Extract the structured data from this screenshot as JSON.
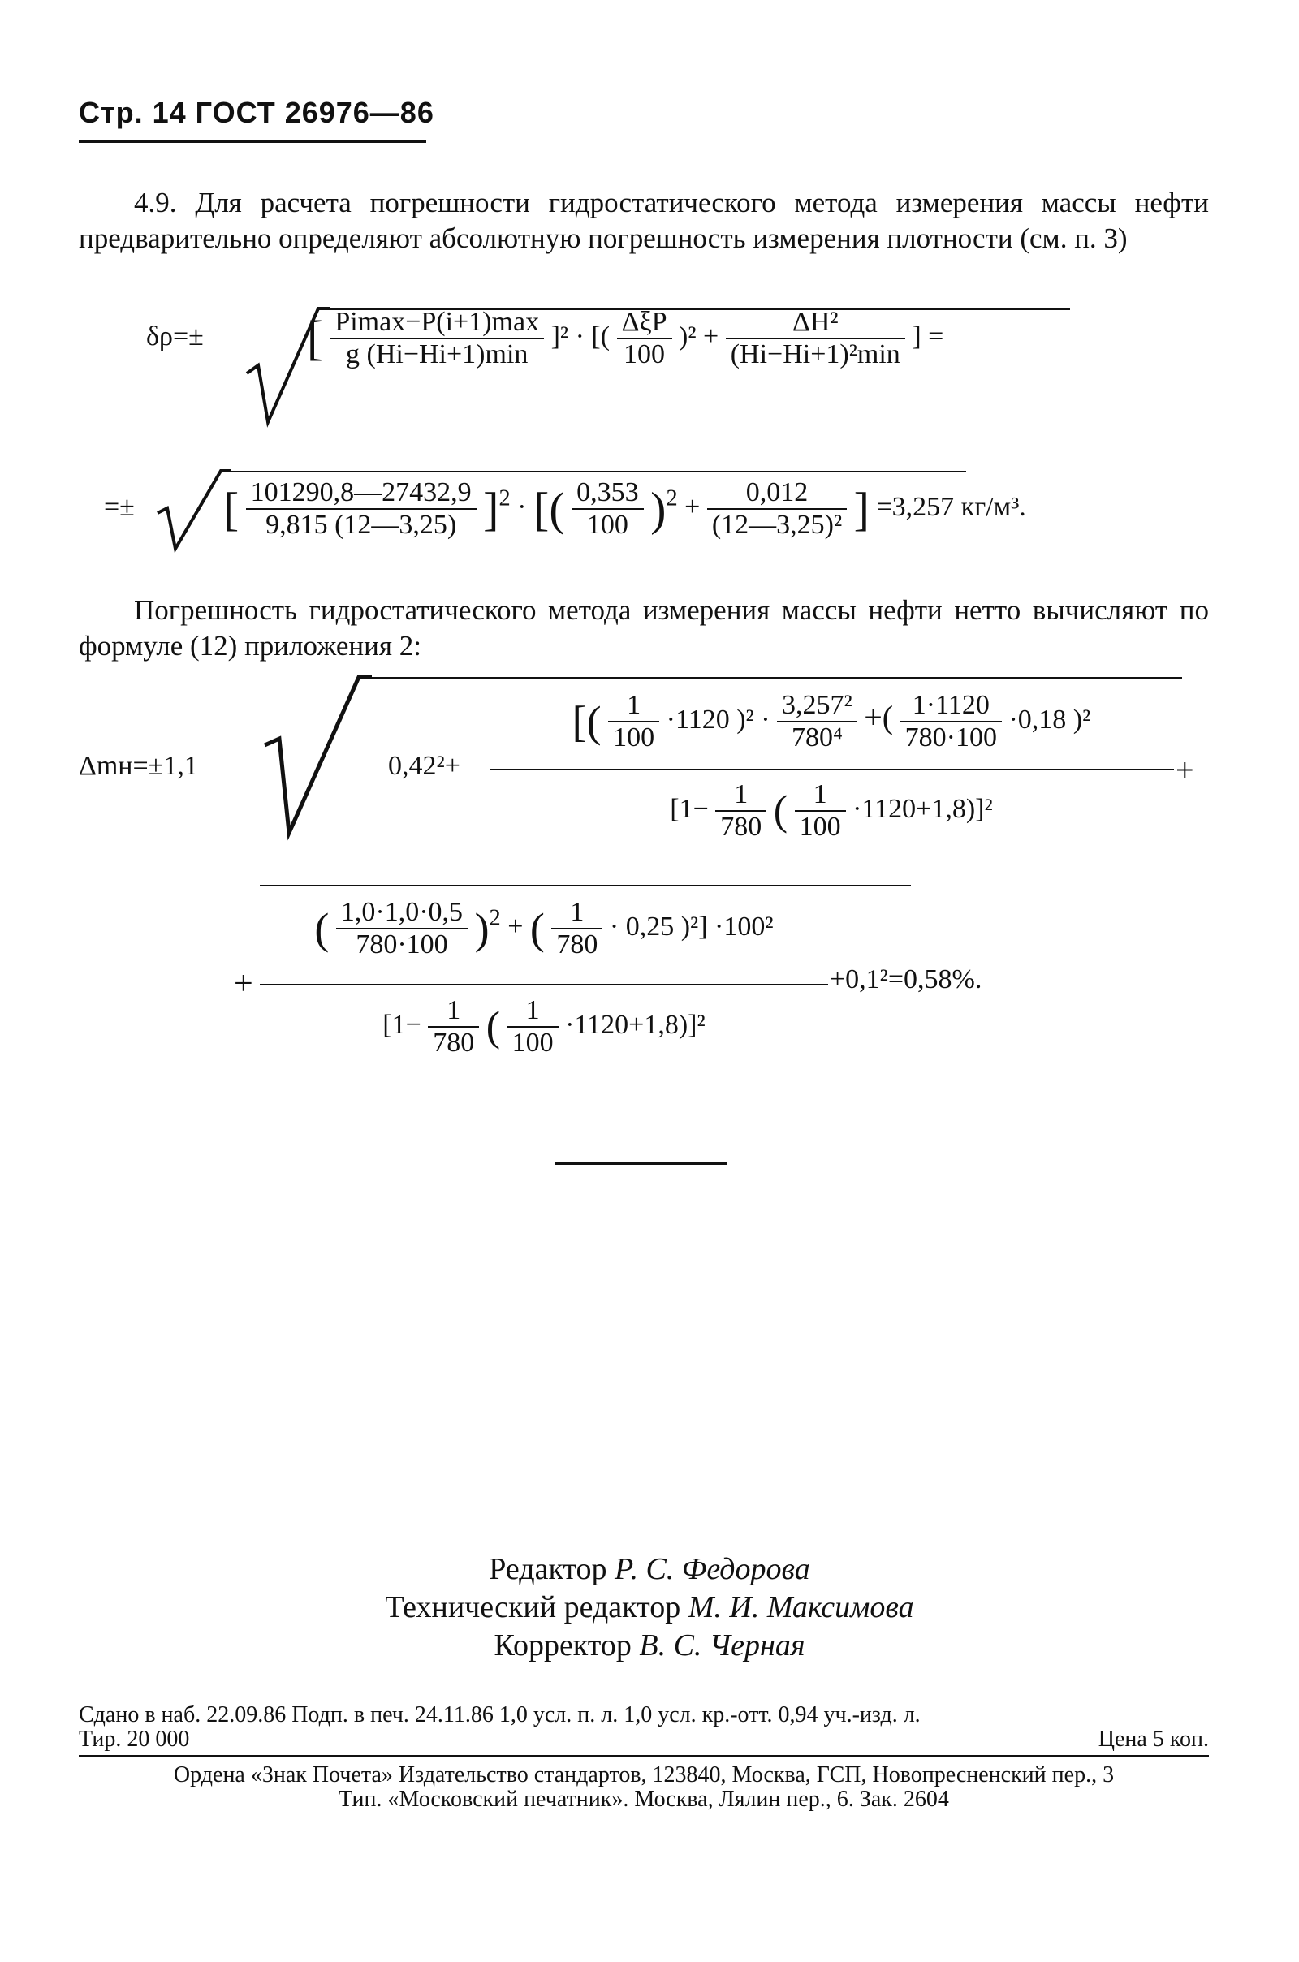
{
  "header": {
    "text": "Стр. 14 ГОСТ 26976—86"
  },
  "paragraph1": {
    "text": "4.9. Для расчета погрешности гидростатического метода измерения массы нефти предварительно определяют абсолютную погрешность измерения плотности (см. п. 3)"
  },
  "formula1": {
    "lhs": "δρ=±",
    "num": "Pimax−P(i+1)max",
    "den": "g (Hi−Hi+1)min",
    "mid": "]² · [(",
    "term2_num": "ΔξP",
    "term2_den": "100",
    "plus": ")² +",
    "term3_num": "ΔH²",
    "term3_den": "(Hi−Hi+1)²min",
    "end": "] ="
  },
  "formula2": {
    "lhs": "=±",
    "num": "101290,8—27432,9",
    "den": "9,815 (12—3,25)",
    "t2_num": "0,353",
    "t2_den": "100",
    "t3_num": "0,012",
    "t3_den": "(12—3,25)²",
    "result": "=3,257 кг/м³."
  },
  "paragraph2": {
    "text": "Погрешность гидростатического метода измерения массы нефти нетто вычисляют по формуле (12) приложения 2:"
  },
  "formula3": {
    "lhs": "Δmн=±1,1",
    "first": "0,42²+",
    "n1_num": "1",
    "n1_den": "100",
    "n1_mult": "·1120 )² ·",
    "n2_num": "3,257²",
    "n2_den": "780⁴",
    "n3_num": "1·1120",
    "n3_den": "780·100",
    "n3_tail": "·0,18 )²",
    "d1": "[1−",
    "d_num": "1",
    "d_den": "780",
    "d2_num": "1",
    "d2_den": "100",
    "d_tail": "·1120+1,8)]²",
    "plus_end": "+"
  },
  "formula4": {
    "lead": "+",
    "a_num": "1,0·1,0·0,5",
    "a_den": "780·100",
    "b_num": "1",
    "b_den": "780",
    "b_tail": "· 0,25 )²] ·100²",
    "d1": "[1−",
    "d_num": "1",
    "d_den": "780",
    "d2_num": "1",
    "d2_den": "100",
    "d_tail": "·1120+1,8)]²",
    "result": "+0,1²=0,58%."
  },
  "credits": {
    "editor_label": "Редактор",
    "editor_name": "Р. С. Федорова",
    "tech_label": "Технический редактор",
    "tech_name": "М. И. Максимова",
    "proof_label": "Корректор",
    "proof_name": "В. С. Черная"
  },
  "imprint": {
    "line1": "Сдано в наб. 22.09.86 Подп. в печ. 24.11.86 1,0 усл. п. л. 1,0 усл. кр.-отт. 0,94 уч.-изд. л.",
    "line2_left": "Тир. 20 000",
    "line2_right": "Цена 5 коп."
  },
  "footer": {
    "line1": "Ордена «Знак Почета» Издательство стандартов, 123840, Москва, ГСП, Новопресненский пер., 3",
    "line2": "Тип. «Московский печатник». Москва, Лялин пер., 6. Зак. 2604"
  }
}
